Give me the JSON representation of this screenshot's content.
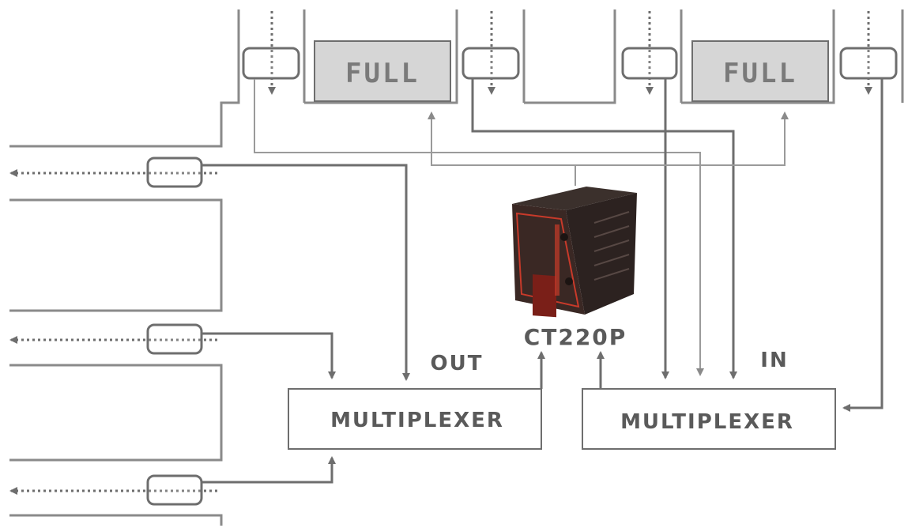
{
  "colors": {
    "line": "#6e6e6e",
    "lightline": "#9a9a9a",
    "panel": "#d6d6d6",
    "text": "#5a5a5a",
    "device_body": "#2c2220",
    "device_accent": "#c83a2a"
  },
  "displays": [
    {
      "text": "FULL"
    },
    {
      "text": "FULL"
    }
  ],
  "labels": {
    "out": "OUT",
    "in": "IN",
    "device": "CT220P"
  },
  "multiplexers": {
    "left": "MULTIPLEXER",
    "right": "MULTIPLEXER"
  }
}
